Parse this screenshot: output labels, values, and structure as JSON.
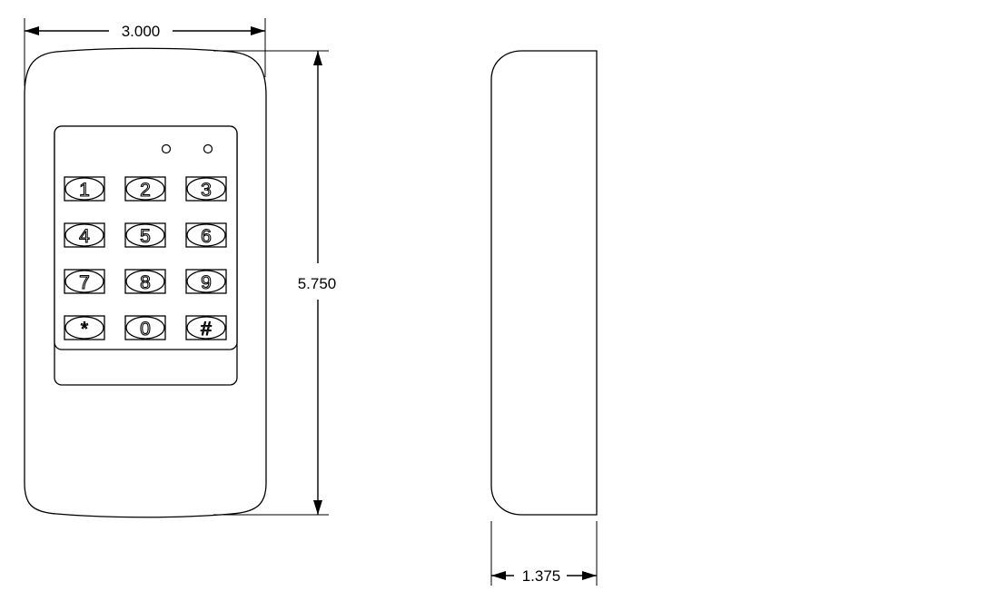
{
  "dimensions": {
    "width": "3.000",
    "height": "5.750",
    "depth": "1.375"
  },
  "keypad": {
    "keys": [
      "1",
      "2",
      "3",
      "4",
      "5",
      "6",
      "7",
      "8",
      "9",
      "*",
      "0",
      "#"
    ],
    "led_count": 2
  }
}
